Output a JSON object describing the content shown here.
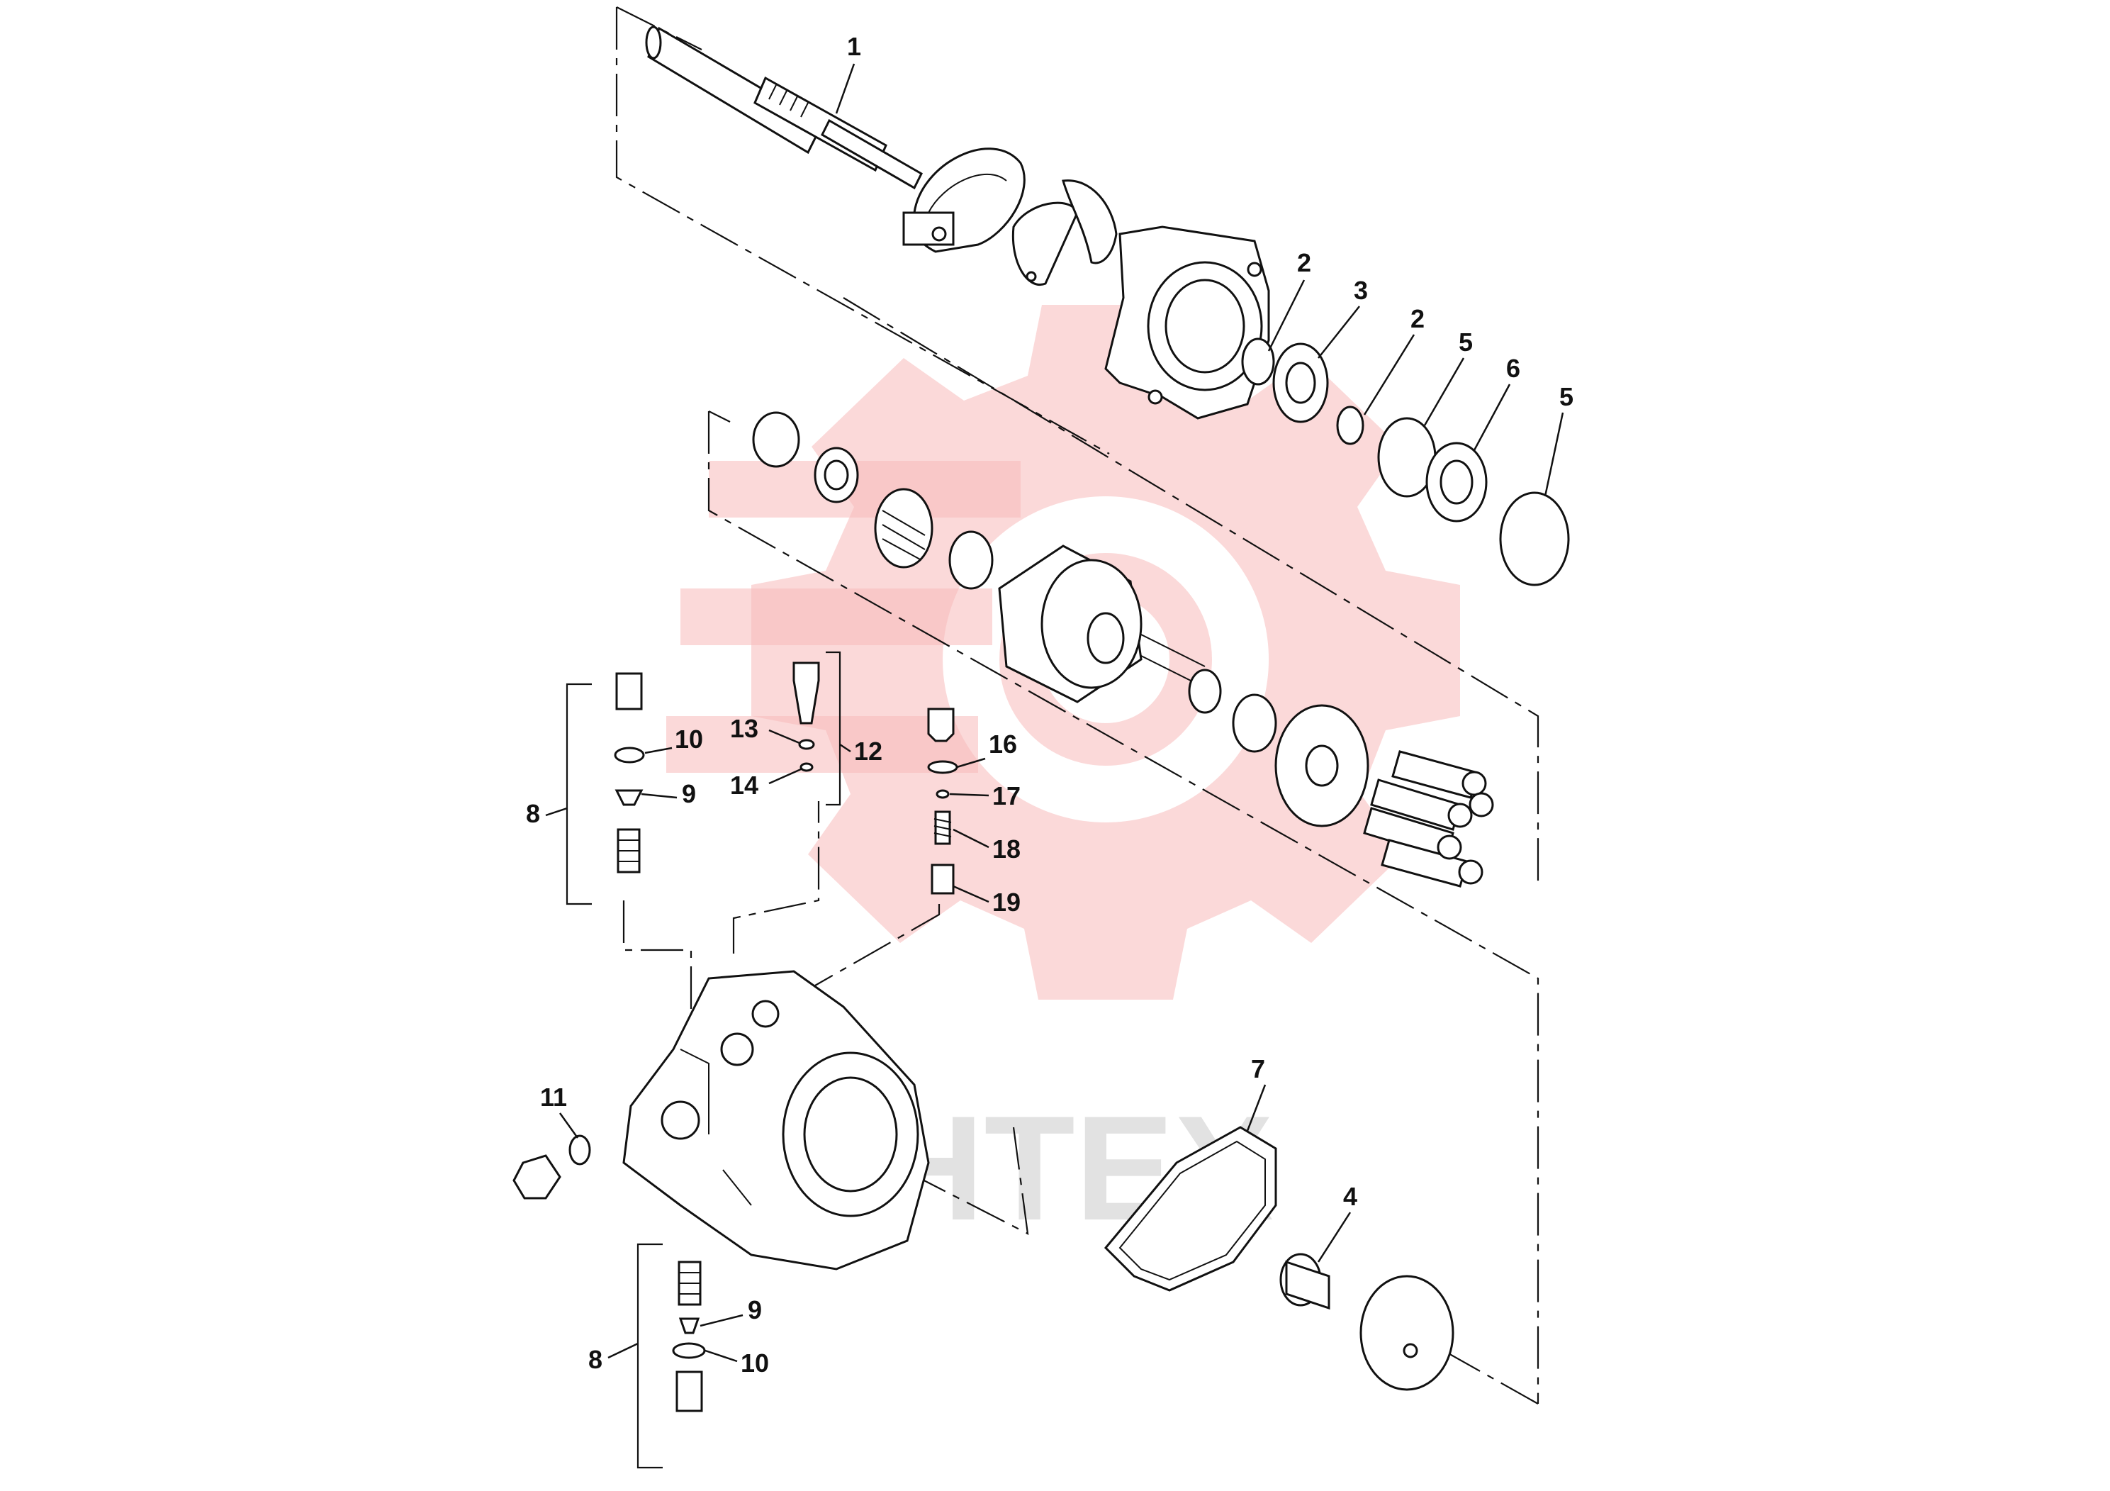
{
  "watermark": {
    "text": "JHTEX",
    "gear_color": "#f7b9b9",
    "text_color": "#d6d6d6"
  },
  "callouts": [
    {
      "id": "callout-1",
      "label": "1"
    },
    {
      "id": "callout-2a",
      "label": "2"
    },
    {
      "id": "callout-3",
      "label": "3"
    },
    {
      "id": "callout-2b",
      "label": "2"
    },
    {
      "id": "callout-5a",
      "label": "5"
    },
    {
      "id": "callout-6",
      "label": "6"
    },
    {
      "id": "callout-5b",
      "label": "5"
    },
    {
      "id": "callout-10a",
      "label": "10"
    },
    {
      "id": "callout-9a",
      "label": "9"
    },
    {
      "id": "callout-8a",
      "label": "8"
    },
    {
      "id": "callout-13",
      "label": "13"
    },
    {
      "id": "callout-14",
      "label": "14"
    },
    {
      "id": "callout-12",
      "label": "12"
    },
    {
      "id": "callout-16",
      "label": "16"
    },
    {
      "id": "callout-17",
      "label": "17"
    },
    {
      "id": "callout-18",
      "label": "18"
    },
    {
      "id": "callout-19",
      "label": "19"
    },
    {
      "id": "callout-11",
      "label": "11"
    },
    {
      "id": "callout-7",
      "label": "7"
    },
    {
      "id": "callout-4",
      "label": "4"
    },
    {
      "id": "callout-9b",
      "label": "9"
    },
    {
      "id": "callout-10b",
      "label": "10"
    },
    {
      "id": "callout-8b",
      "label": "8"
    }
  ]
}
